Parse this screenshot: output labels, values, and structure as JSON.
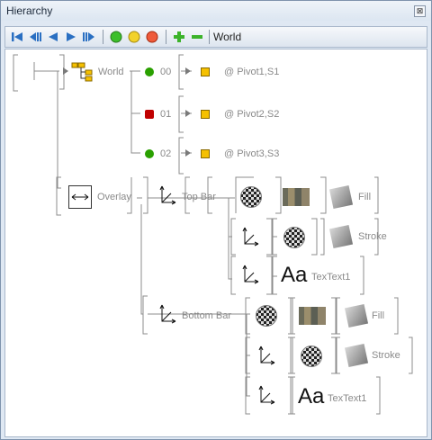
{
  "window": {
    "title": "Hierarchy",
    "close_glyph": "⊠"
  },
  "toolbar": {
    "icons": [
      "first-icon",
      "step-back-icon",
      "play-back-icon",
      "play-icon",
      "step-forward-icon",
      "circle-green-icon",
      "circle-yellow-icon",
      "circle-red-icon",
      "add-icon",
      "remove-icon"
    ],
    "breadcrumb": "World"
  },
  "tree": {
    "world": {
      "label": "World"
    },
    "children": [
      {
        "id": "00",
        "status_color": "#2aa000",
        "pivot": "@ Pivot1,S1"
      },
      {
        "id": "01",
        "status_color": "#c00000",
        "pivot": "@ Pivot2,S2"
      },
      {
        "id": "02",
        "status_color": "#2aa000",
        "pivot": "@ Pivot3,S3"
      }
    ],
    "overlay": {
      "label": "Overlay"
    },
    "top_bar": {
      "label": "Top Bar",
      "fill": "Fill",
      "stroke": "Stroke",
      "text_glyph": "Aa",
      "text": "TexText1"
    },
    "bottom_bar": {
      "label": "Bottom Bar",
      "fill": "Fill",
      "stroke": "Stroke",
      "text_glyph": "Aa",
      "text": "TexText1"
    }
  }
}
